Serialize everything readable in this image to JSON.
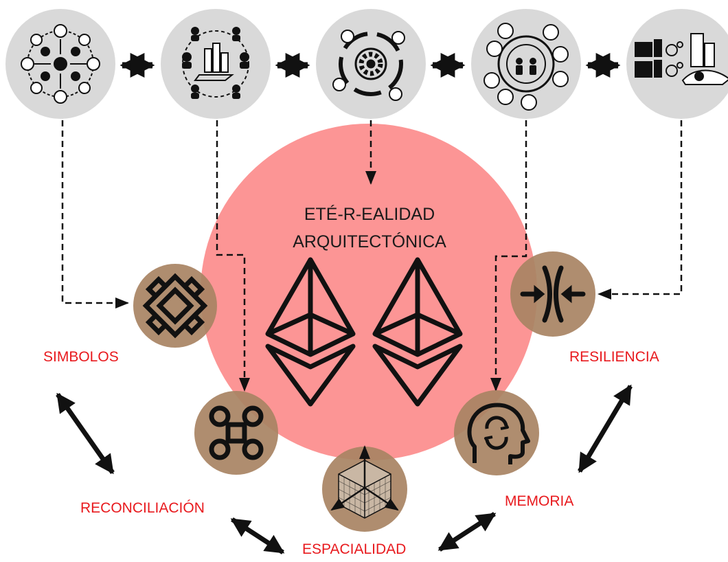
{
  "center": {
    "title_line1": "ETÉ-R-EALIDAD",
    "title_line2": "ARQUITECTÓNICA"
  },
  "labels": {
    "simbolos": "SIMBOLOS",
    "resiliencia": "RESILIENCIA",
    "reconciliacion": "RECONCILIACIÓN",
    "memoria": "MEMORIA",
    "espacialidad": "ESPACIALIDAD"
  },
  "colors": {
    "big_circle": "#fc8c8c",
    "node_circle": "#a88363",
    "top_circle": "#d9d9d9",
    "label_red": "#e8191d",
    "ink": "#111111"
  },
  "icons": {
    "top": [
      "network-hub-icon",
      "city-people-icon",
      "cycle-gear-icon",
      "team-gear-icon",
      "buildings-settings-icon"
    ],
    "nodes": [
      "knot-symbol-icon",
      "command-key-icon",
      "grid-cube-icon",
      "head-cycle-icon",
      "compress-arrows-icon"
    ],
    "center": [
      "ethereum-diamond-icon",
      "ethereum-diamond-icon"
    ]
  }
}
